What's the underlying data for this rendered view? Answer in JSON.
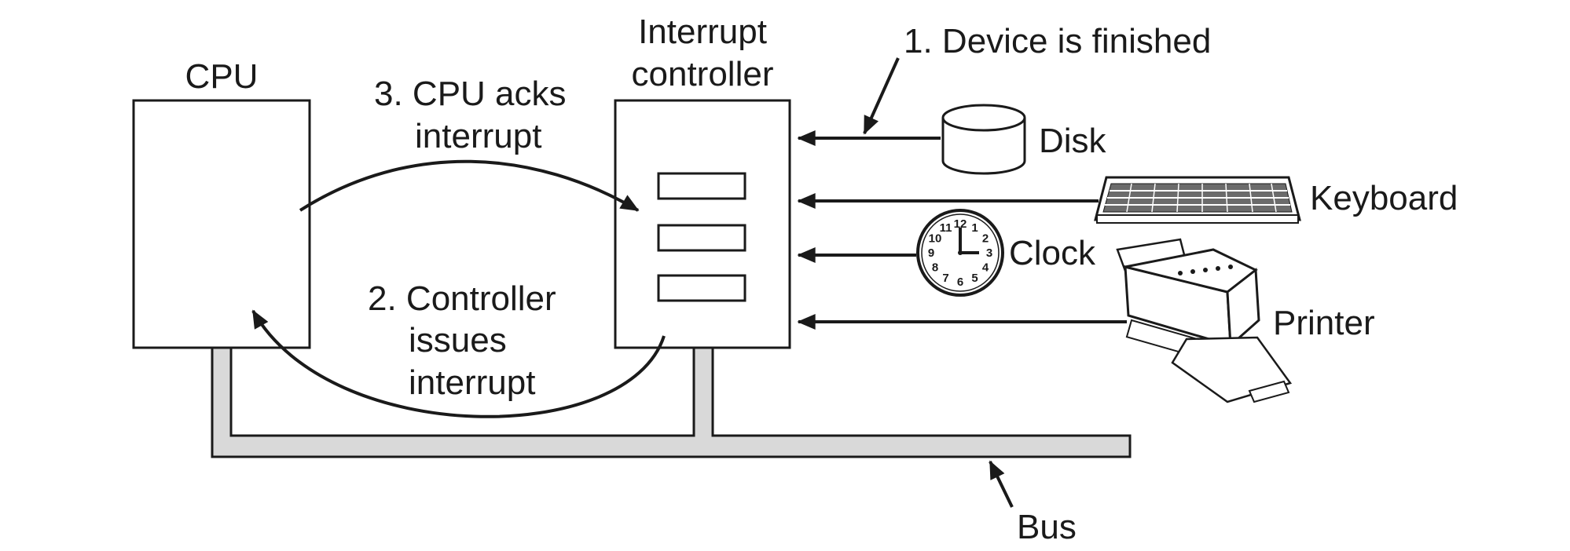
{
  "labels": {
    "cpu": "CPU",
    "controller_line1": "Interrupt",
    "controller_line2": "controller",
    "step1": "1. Device is finished",
    "step2_line1": "2. Controller",
    "step2_line2": "issues",
    "step2_line3": "interrupt",
    "step3_line1": "3. CPU acks",
    "step3_line2": "interrupt",
    "disk": "Disk",
    "keyboard": "Keyboard",
    "clock": "Clock",
    "printer": "Printer",
    "bus": "Bus"
  },
  "clock_numbers": [
    "12",
    "1",
    "2",
    "3",
    "4",
    "5",
    "6",
    "7",
    "8",
    "9",
    "10",
    "11"
  ],
  "colors": {
    "ink": "#1a1a1a",
    "bus_fill": "#d9d9d9",
    "device_fill": "#ffffff",
    "keyboard_keys": "#6b6b6b"
  }
}
